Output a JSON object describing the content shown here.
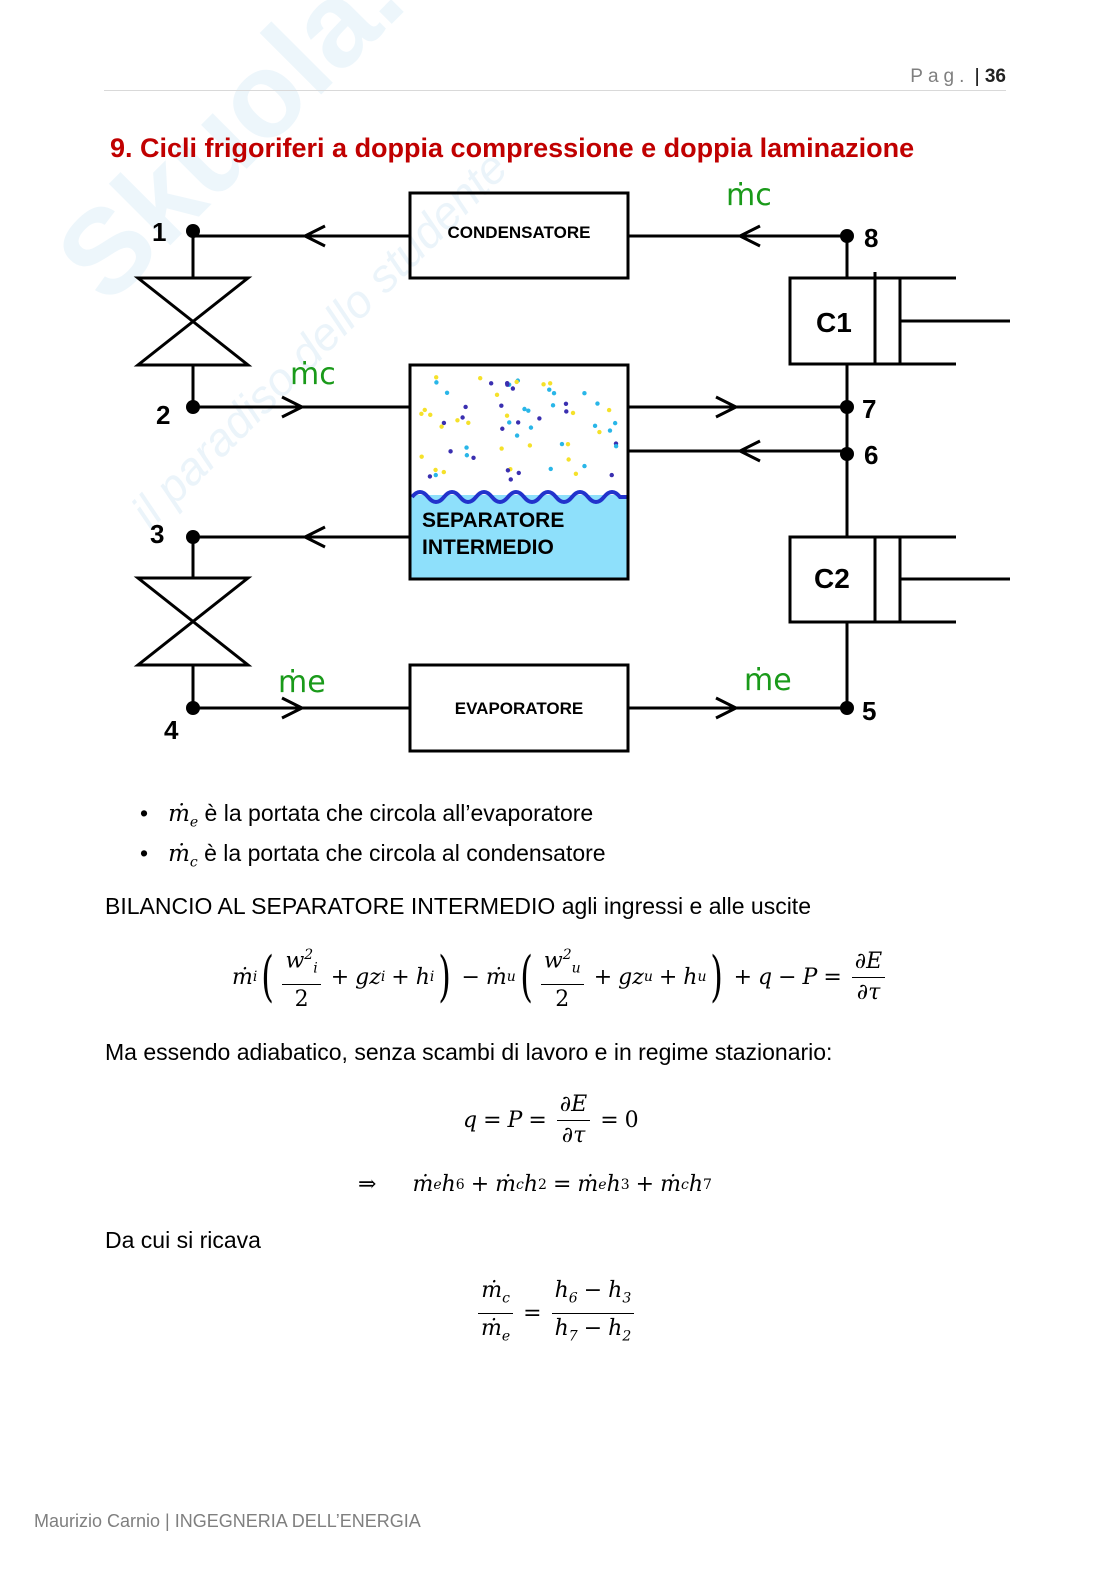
{
  "header": {
    "page_label": "Pag.",
    "separator": "|",
    "page_number": "36"
  },
  "watermark": {
    "logo": "Skuola.net",
    "tagline": "il paradiso dello studente"
  },
  "title": "9. Cicli frigoriferi a doppia compressione e doppia laminazione",
  "diagram": {
    "condenser": "CONDENSATORE",
    "evaporator": "EVAPORATORE",
    "separator_line1": "SEPARATORE",
    "separator_line2": "INTERMEDIO",
    "c1": "C1",
    "c2": "C2",
    "nodes": [
      "1",
      "2",
      "3",
      "4",
      "5",
      "6",
      "7",
      "8"
    ],
    "flow_labels": {
      "mc": "ṁc",
      "me": "ṁe"
    },
    "colors": {
      "liquid": "#8ee0fb",
      "wave": "#2233cc",
      "handwriting": "#1a9a1a"
    }
  },
  "bullets": [
    {
      "sym": "ṁ",
      "sub": "e",
      "text": " è la portata che circola all’evaporatore"
    },
    {
      "sym": "ṁ",
      "sub": "c",
      "text": " è la portata che circola al condensatore"
    }
  ],
  "para1": "BILANCIO AL SEPARATORE INTERMEDIO agli ingressi e alle uscite",
  "para2": "Ma essendo adiabatico, senza scambi di lavoro e in regime stazionario:",
  "para3": "Da cui si ricava",
  "eq": {
    "m": "ṁ",
    "i": "i",
    "u": "u",
    "w": "w",
    "two": "2",
    "sq": "2",
    "plus": "+",
    "minus": "−",
    "eqs": "=",
    "gz": "gz",
    "h": "h",
    "lp": "(",
    "rp": ")",
    "q": "q",
    "P": "P",
    "dE": "∂E",
    "dtau": "∂τ",
    "zero": "0",
    "implies": "⇒",
    "e": "e",
    "c": "c",
    "h6": "6",
    "h2": "2",
    "h3": "3",
    "h7": "7"
  },
  "footer": "Maurizio Carnio | INGEGNERIA DELL’ENERGIA"
}
